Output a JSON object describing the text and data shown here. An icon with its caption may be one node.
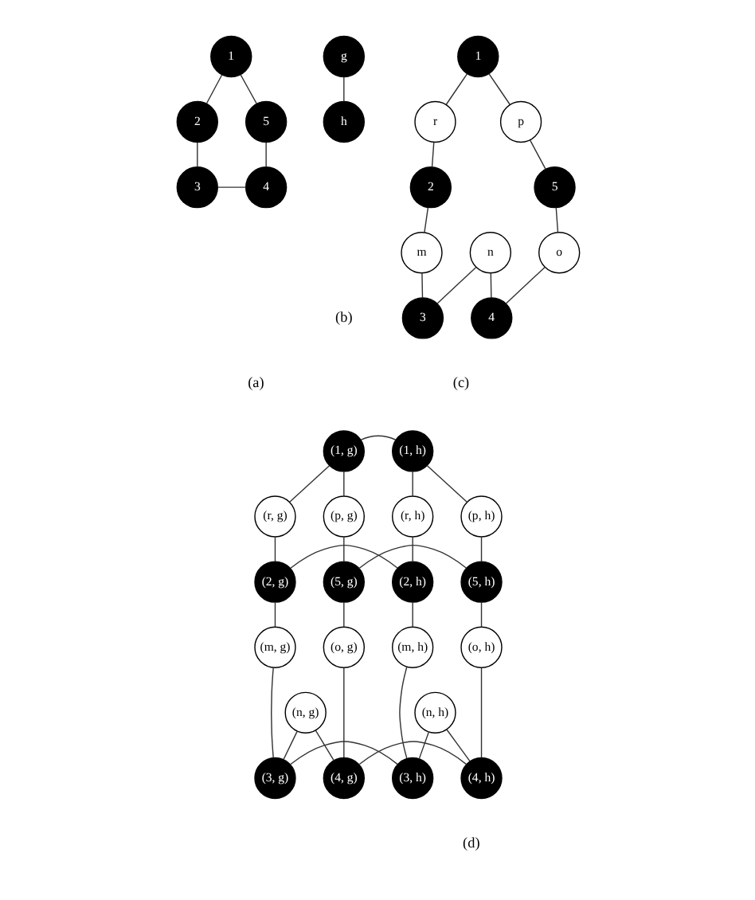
{
  "diagram": {
    "nodes": [
      {
        "text": [
          "1"
        ]
      },
      {
        "text": [
          "2"
        ]
      },
      {
        "text": [
          "5"
        ]
      },
      {
        "text": [
          "3"
        ]
      },
      {
        "text": [
          "4"
        ]
      },
      {
        "text": [
          "g"
        ]
      },
      {
        "text": [
          "h"
        ]
      },
      {
        "text": [
          "1"
        ]
      },
      {
        "text": [
          "r"
        ]
      },
      {
        "text": [
          "p"
        ]
      },
      {
        "text": [
          "2"
        ]
      },
      {
        "text": [
          "5"
        ]
      },
      {
        "text": [
          "m"
        ]
      },
      {
        "text": [
          "o"
        ]
      },
      {
        "text": [
          "n"
        ]
      },
      {
        "text": [
          "3"
        ]
      },
      {
        "text": [
          "4"
        ]
      },
      {
        "text": [
          "(1, g)"
        ]
      },
      {
        "text": [
          "(1, h)"
        ]
      },
      {
        "text": [
          "(r, g)"
        ]
      },
      {
        "text": [
          "(p, g)"
        ]
      },
      {
        "text": [
          "(r, h)"
        ]
      },
      {
        "text": [
          "(p, h)"
        ]
      },
      {
        "text": [
          "(2, g)"
        ]
      },
      {
        "text": [
          "(5, g)"
        ]
      },
      {
        "text": [
          "(2, h)"
        ]
      },
      {
        "text": [
          "(5, h)"
        ]
      },
      {
        "text": [
          "(m, g)"
        ]
      },
      {
        "text": [
          "(o, g)"
        ]
      },
      {
        "text": [
          "(m, h)"
        ]
      },
      {
        "text": [
          "(o, h)"
        ]
      },
      {
        "text": [
          "(3, g)"
        ]
      },
      {
        "text": [
          "(n, g)"
        ]
      },
      {
        "text": [
          "(4, g)"
        ]
      },
      {
        "text": [
          "(3, h)"
        ]
      },
      {
        "text": [
          "(n, h)"
        ]
      },
      {
        "text": [
          "(4, h)"
        ]
      }
    ],
    "edges": [
      {
        "from": 0,
        "to": 1,
        "arrow": "none"
      },
      {
        "from": 0,
        "to": 2,
        "arrow": "none"
      },
      {
        "from": 1,
        "to": 3,
        "arrow": "none"
      },
      {
        "from": 2,
        "to": 4,
        "arrow": "none"
      },
      {
        "from": 3,
        "to": 4,
        "arrow": "none"
      },
      {
        "from": 5,
        "to": 6,
        "arrow": "none"
      },
      {
        "from": 7,
        "to": 8,
        "arrow": "none"
      },
      {
        "from": 8,
        "to": 10,
        "arrow": "none"
      },
      {
        "from": 7,
        "to": 9,
        "arrow": "none"
      },
      {
        "from": 9,
        "to": 11,
        "arrow": "none"
      },
      {
        "from": 10,
        "to": 12,
        "arrow": "none"
      },
      {
        "from": 12,
        "to": 15,
        "arrow": "none"
      },
      {
        "from": 11,
        "to": 13,
        "arrow": "none"
      },
      {
        "from": 13,
        "to": 16,
        "arrow": "none"
      },
      {
        "from": 14,
        "to": 15,
        "arrow": "none"
      },
      {
        "from": 14,
        "to": 16,
        "arrow": "none"
      },
      {
        "from": 17,
        "to": 19,
        "arrow": "none"
      },
      {
        "from": 19,
        "to": 23,
        "arrow": "none"
      },
      {
        "from": 17,
        "to": 20,
        "arrow": "none"
      },
      {
        "from": 20,
        "to": 24,
        "arrow": "none"
      },
      {
        "from": 23,
        "to": 27,
        "arrow": "none"
      },
      {
        "from": 27,
        "to": 31,
        "arrow": "none"
      },
      {
        "from": 24,
        "to": 28,
        "arrow": "none"
      },
      {
        "from": 28,
        "to": 33,
        "arrow": "none"
      },
      {
        "from": 32,
        "to": 31,
        "arrow": "none"
      },
      {
        "from": 32,
        "to": 33,
        "arrow": "none"
      },
      {
        "from": 18,
        "to": 21,
        "arrow": "none"
      },
      {
        "from": 21,
        "to": 25,
        "arrow": "none"
      },
      {
        "from": 18,
        "to": 22,
        "arrow": "none"
      },
      {
        "from": 22,
        "to": 26,
        "arrow": "none"
      },
      {
        "from": 25,
        "to": 29,
        "arrow": "none"
      },
      {
        "from": 29,
        "to": 34,
        "arrow": "none"
      },
      {
        "from": 26,
        "to": 30,
        "arrow": "none"
      },
      {
        "from": 30,
        "to": 36,
        "arrow": "none"
      },
      {
        "from": 35,
        "to": 34,
        "arrow": "none"
      },
      {
        "from": 35,
        "to": 36,
        "arrow": "none"
      },
      {
        "from": 17,
        "to": 18,
        "arrow": "none"
      },
      {
        "from": 23,
        "to": 25,
        "arrow": "none"
      },
      {
        "from": 24,
        "to": 26,
        "arrow": "none"
      },
      {
        "from": 31,
        "to": 34,
        "arrow": "none"
      },
      {
        "from": 33,
        "to": 36,
        "arrow": "none"
      }
    ],
    "labels": [
      "(a)",
      "(b)",
      "(c)",
      "(d)"
    ]
  }
}
